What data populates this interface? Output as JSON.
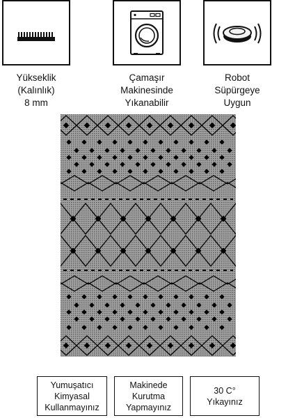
{
  "features": [
    {
      "icon": "rug-pile-height-icon",
      "lines": [
        "Yükseklik",
        "(Kalınlık)",
        "8 mm"
      ]
    },
    {
      "icon": "washing-machine-icon",
      "lines": [
        "Çamaşır",
        "Makinesinde",
        "Yıkanabilir"
      ]
    },
    {
      "icon": "robot-vacuum-icon",
      "lines": [
        "Robot",
        "Süpürgeye",
        "Uygun"
      ]
    }
  ],
  "care": [
    {
      "icon": "no-softener",
      "lines": [
        "Yumuşatıcı",
        "Kimyasal",
        "Kullanmayınız"
      ]
    },
    {
      "icon": "no-tumble-dry",
      "lines": [
        "Makinede",
        "Kurutma",
        "Yapmayınız"
      ]
    },
    {
      "icon": "wash-30",
      "lines": [
        "30 C°",
        "Yıkayınız"
      ]
    }
  ],
  "colors": {
    "ink": "#111111",
    "rug_base": "#9a9a9a",
    "background": "#ffffff"
  }
}
